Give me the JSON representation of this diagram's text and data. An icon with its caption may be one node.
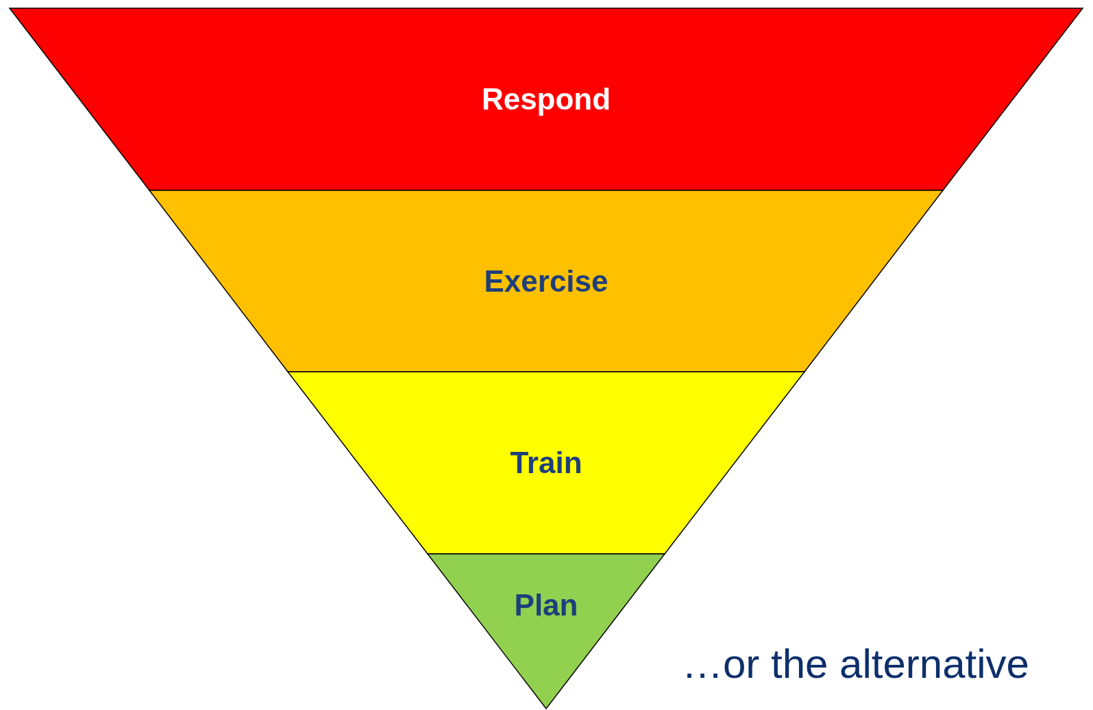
{
  "diagram": {
    "nodes": [
      {
        "text": [
          "Respond"
        ]
      },
      {
        "text": [
          "Exercise"
        ]
      },
      {
        "text": [
          "Train"
        ]
      },
      {
        "text": [
          "Plan"
        ]
      }
    ],
    "labels": [
      "…or the alternative"
    ]
  }
}
